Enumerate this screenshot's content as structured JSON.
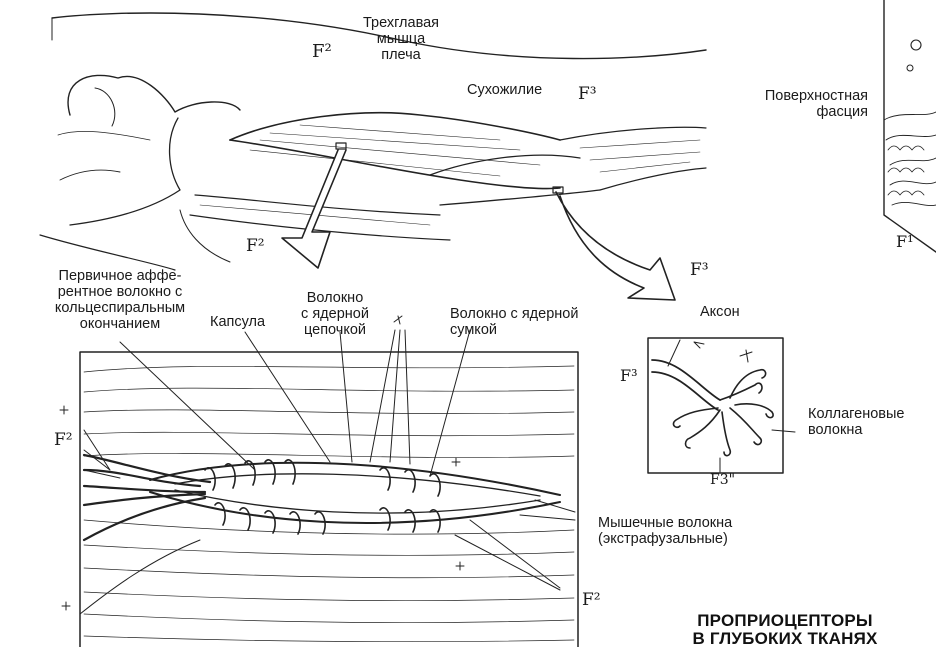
{
  "labels": {
    "triceps": "Трехглавая\nмышца\nплеча",
    "tendon": "Сухожилие",
    "superficial_fascia": "Поверхностная\nфасция",
    "primary_afferent": "Первичное аффе-\nрентное волокно с\nкольцеспиральным\nокончанием",
    "capsule": "Капсула",
    "nuclear_chain": "Волокно\nс ядерной\nцепочкой",
    "nuclear_bag": "Волокно с ядерной\nсумкой",
    "axon": "Аксон",
    "collagen": "Коллагеновые\nволокна",
    "muscle_fibers": "Мышечные волокна\n(экстрафузальные)",
    "title": "ПРОПРИОЦЕПТОРЫ\nВ ГЛУБОКИХ ТКАНЯХ"
  },
  "marks": {
    "f2_top": "F²",
    "f2_arrow": "F²",
    "f3_top": "F³",
    "f3_arrow": "F³",
    "f2_left": "F²",
    "f2_bottom": "F²",
    "f3_inset_left": "F³",
    "f3_inset_bottom": "F3\"",
    "f1_right": "F¹"
  }
}
